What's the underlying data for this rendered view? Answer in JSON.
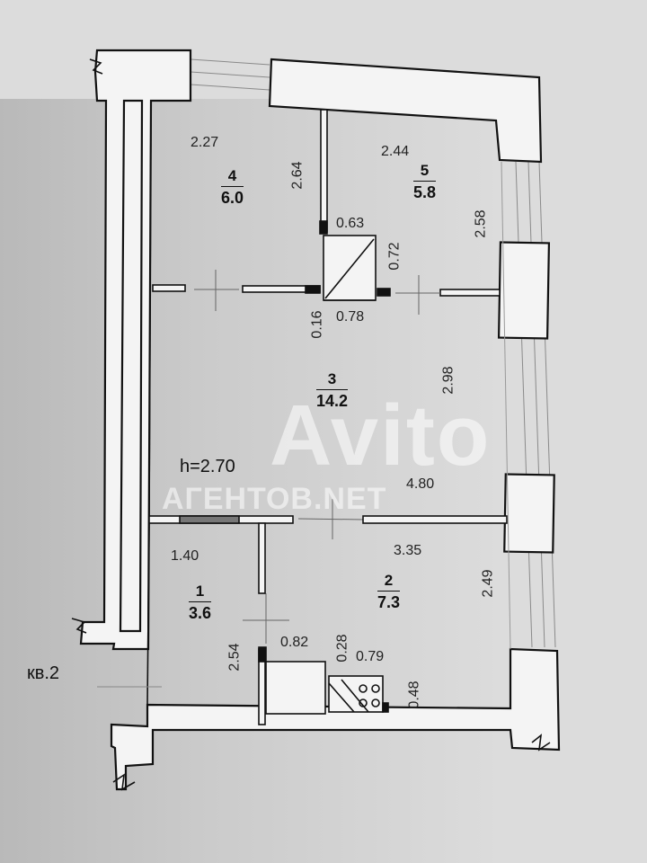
{
  "plan": {
    "apartment_label": "кв.2",
    "ceiling_height": "h=2.70",
    "rooms": [
      {
        "number": "1",
        "area": "3.6"
      },
      {
        "number": "2",
        "area": "7.3"
      },
      {
        "number": "3",
        "area": "14.2"
      },
      {
        "number": "4",
        "area": "6.0"
      },
      {
        "number": "5",
        "area": "5.8"
      }
    ],
    "dimensions": {
      "room4_width": "2.27",
      "room4_depth": "2.64",
      "room5_width": "2.44",
      "room5_depth": "2.58",
      "closet_width": "0.63",
      "closet_depth": "0.72",
      "closet_front": "0.78",
      "closet_wall": "0.16",
      "room3_depth": "2.98",
      "room3_width": "4.80",
      "room1_width": "1.40",
      "room1_depth": "2.54",
      "room2_width": "3.35",
      "room2_depth": "2.49",
      "counter_width": "0.82",
      "counter_gap": "0.28",
      "stove_width": "0.79",
      "stove_depth": "0.48"
    }
  },
  "watermark": {
    "brand": "Avito",
    "site": "АГЕНТОВ.NET"
  }
}
